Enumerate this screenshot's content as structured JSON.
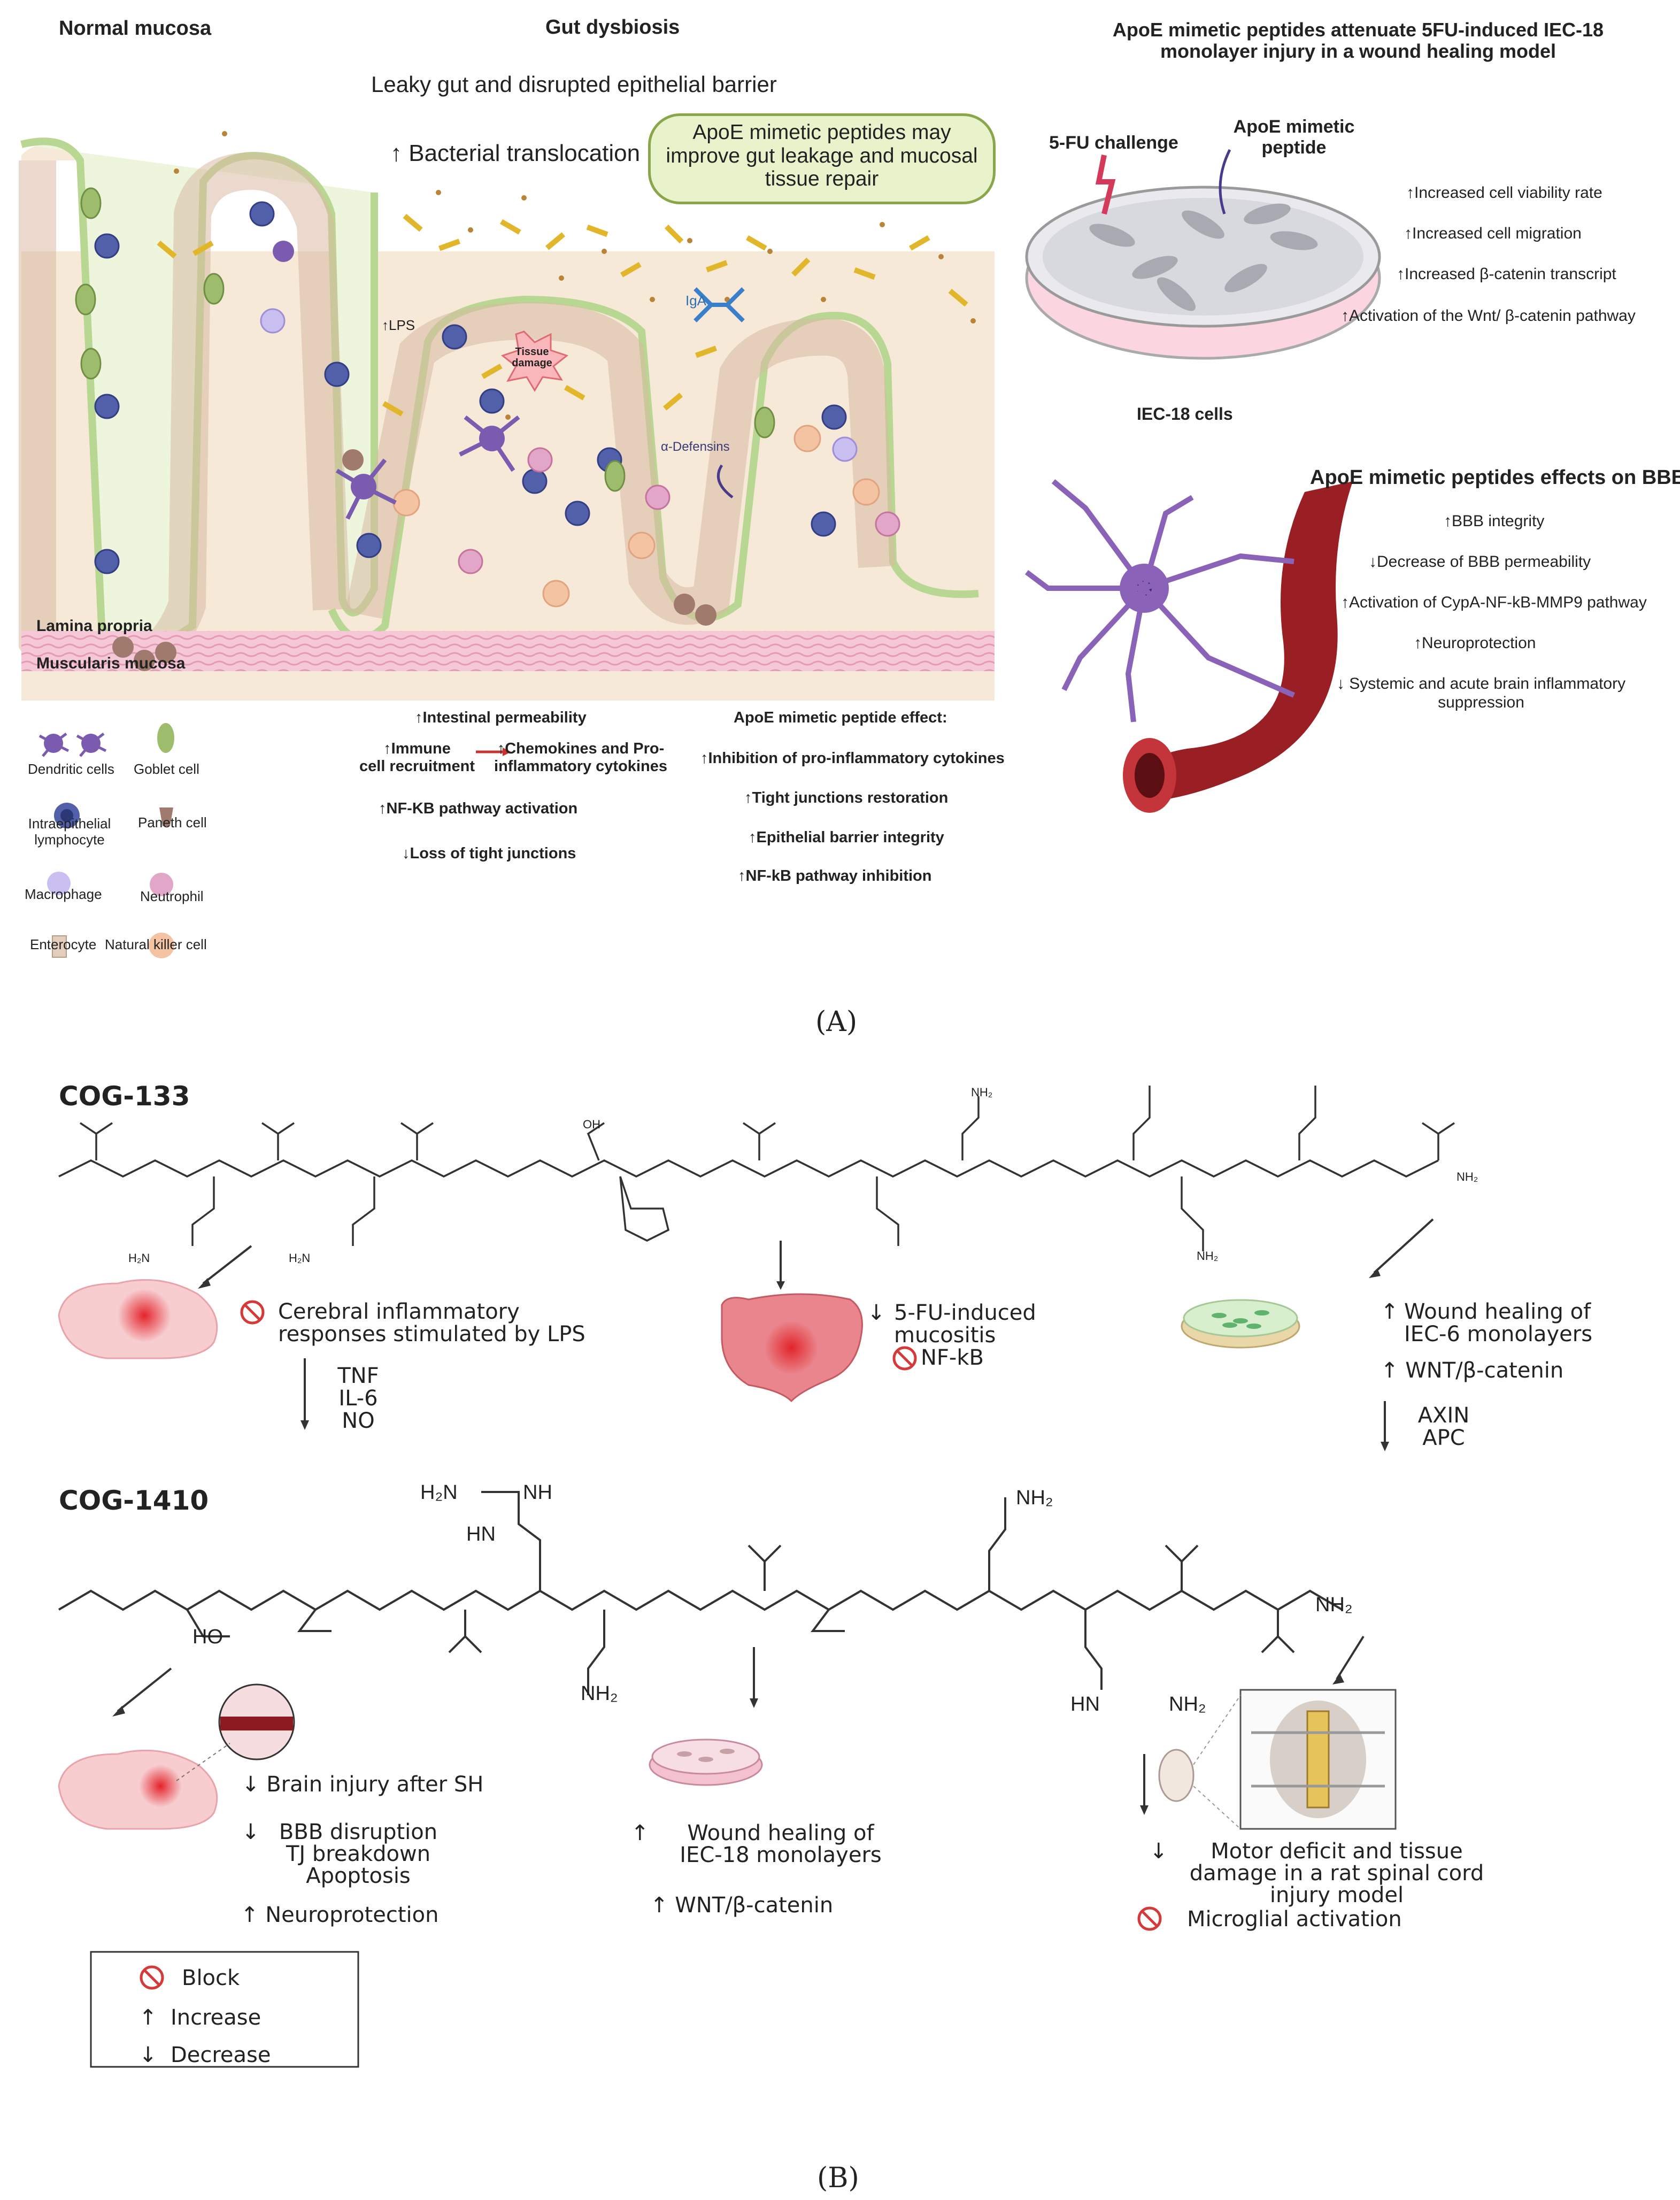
{
  "panelA": {
    "normal_mucosa": "Normal mucosa",
    "gut_dysbiosis": "Gut dysbiosis",
    "leaky_gut": "Leaky gut and disrupted epithelial barrier",
    "bacterial_translocation": "Bacterial translocation",
    "callout": [
      "ApoE mimetic peptides may",
      "improve gut leakage and mucosal",
      "tissue repair"
    ],
    "lps": "LPS",
    "iga": "IgA",
    "tissue_damage": [
      "Tissue",
      "damage"
    ],
    "defensins": "α-Defensins",
    "lamina_propria": "Lamina propria",
    "muscularis": "Muscularis mucosa",
    "legend": {
      "dendritic": "Dendritic cells",
      "goblet": "Goblet cell",
      "intraepithelial": [
        "Intraepithelial",
        "lymphocyte"
      ],
      "paneth": "Paneth cell",
      "macrophage": "Macrophage",
      "neutrophil": "Neutrophil",
      "enterocyte": "Enterocyte",
      "nk": "Natural killer cell"
    },
    "effects_left": {
      "permeability": "Intestinal permeability",
      "immune": [
        "Immune",
        "cell recruitment"
      ],
      "chemokines": [
        "Chemokines and Pro-",
        "inflammatory cytokines"
      ],
      "nfkb": "NF-KB pathway activation",
      "tight": "Loss of tight junctions"
    },
    "effects_right": {
      "title": "ApoE mimetic peptide effect:",
      "items": [
        "Inhibition of pro-inflammatory cytokines",
        "Tight junctions restoration",
        "Epithelial barrier integrity",
        "NF-kB pathway inhibition"
      ]
    },
    "wound": {
      "title": [
        "ApoE mimetic peptides attenuate 5FU-induced IEC-18",
        "monolayer injury in a wound healing model"
      ],
      "fu": "5-FU challenge",
      "peptide": [
        "ApoE  mimetic",
        "peptide"
      ],
      "cells": "IEC-18 cells",
      "items": [
        "Increased cell viability rate",
        "Increased cell migration",
        "Increased β-catenin transcript",
        "Activation of the Wnt/ β-catenin pathway"
      ]
    },
    "bbb": {
      "title": "ApoE mimetic peptides effects on BBB:",
      "items": [
        "BBB integrity",
        "Decrease of BBB permeability",
        "Activation of CypA-NF-kB-MMP9 pathway",
        "Neuroprotection"
      ],
      "last": [
        "Systemic and acute brain inflammatory",
        "suppression"
      ]
    },
    "label": "(A)"
  },
  "panelB": {
    "cog133": "COG-133",
    "cog1410": "COG-1410",
    "chem": {
      "nh2": "NH₂",
      "hn": "HN",
      "h": "H",
      "n": "N",
      "o": "O",
      "oh": "OH",
      "ho": "HO",
      "h2n": "H₂N",
      "nh": "NH"
    },
    "c133_brain": [
      "Cerebral inflammatory",
      "responses stimulated by LPS"
    ],
    "c133_brain_dec": [
      "TNF",
      "IL-6",
      "NO"
    ],
    "c133_gut": [
      "5-FU-induced",
      "mucositis"
    ],
    "c133_gut_block": "NF-kB",
    "c133_dish": [
      "Wound healing of",
      "IEC-6 monolayers"
    ],
    "c133_wnt": "WNT/β-catenin",
    "c133_axin": [
      "AXIN",
      "APC"
    ],
    "c1410_brain": "Brain injury after SH",
    "c1410_bbb": [
      "BBB disruption",
      "TJ breakdown",
      "Apoptosis"
    ],
    "c1410_neuro": "Neuroprotection",
    "c1410_dish": [
      "Wound healing of",
      "IEC-18 monolayers"
    ],
    "c1410_wnt": "WNT/β-catenin",
    "c1410_motor": [
      "Motor deficit and tissue",
      "damage in a rat spinal cord",
      "injury model"
    ],
    "c1410_micro": "Microglial activation",
    "legend": {
      "block": "Block",
      "increase": "Increase",
      "decrease": "Decrease"
    },
    "label": "(B)"
  },
  "colors": {
    "mucosa": "#f7e9d8",
    "villus": "#ddeec0",
    "muscle": "#f4c8d6",
    "cell_blue": "#5160a8",
    "dendritic": "#7b5bb0",
    "bacteria": "#e2b62a",
    "vessel": "#9a1f24",
    "neuron": "#8a63b8",
    "red": "#d43a3a"
  }
}
